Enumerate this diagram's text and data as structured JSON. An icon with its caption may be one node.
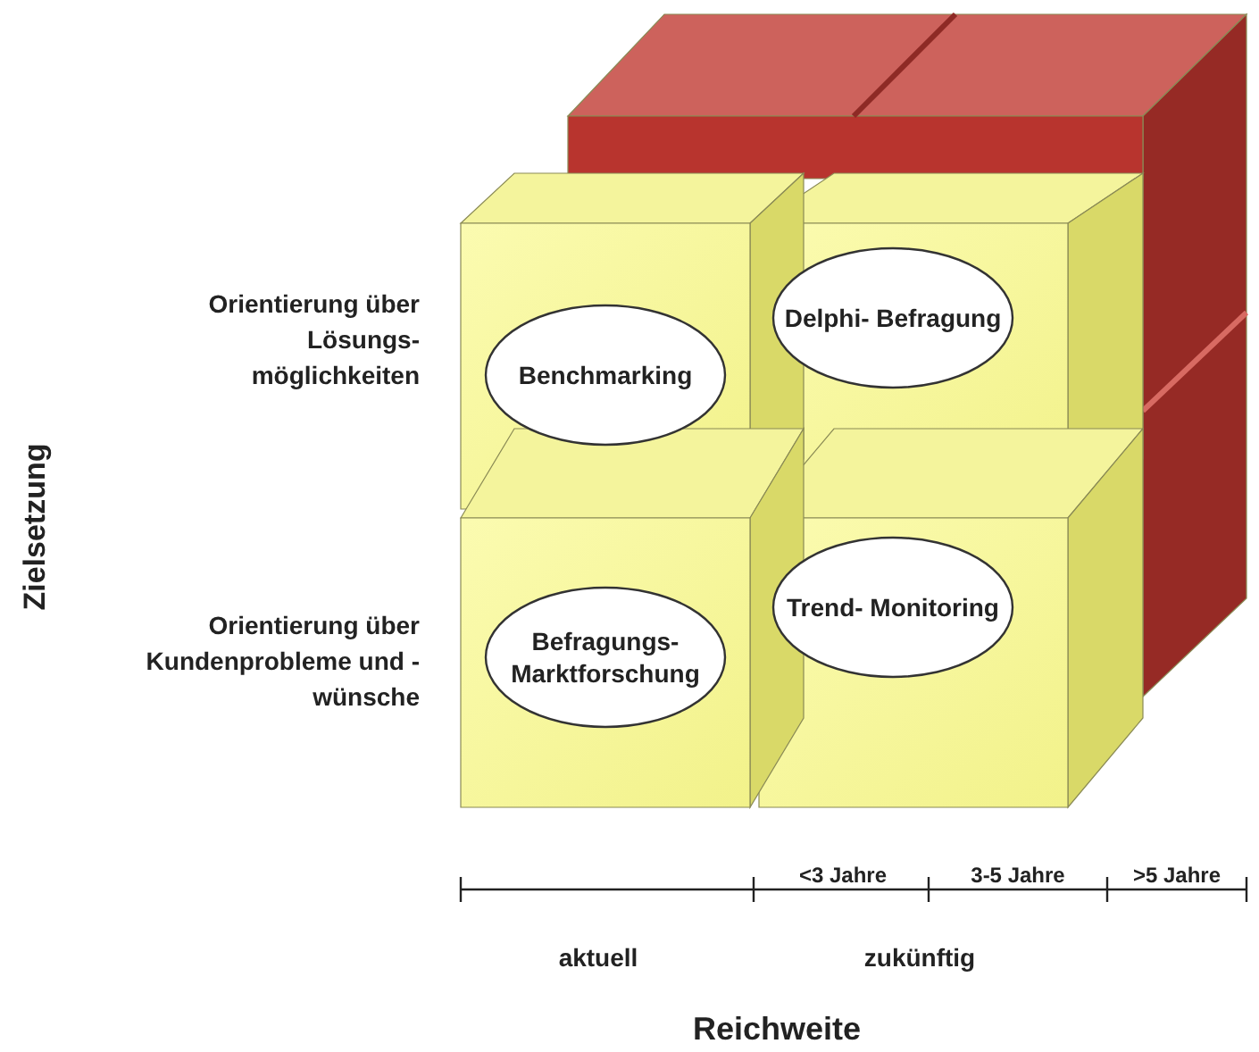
{
  "diagram": {
    "nodes": [
      {
        "text": [
          "Benchmarking"
        ]
      },
      {
        "text": [
          "Delphi- Befragung"
        ]
      },
      {
        "text": [
          "Befragungs- Marktforschung"
        ]
      },
      {
        "text": [
          "Trend- Monitoring"
        ]
      }
    ],
    "labels": [
      "Orientierung über Lösungs- möglichkeiten",
      "Orientierung über Kundenprobleme und -wünsche",
      "Zielsetzung",
      "<3 Jahre",
      "3-5 Jahre",
      ">5 Jahre",
      "aktuell",
      "zukünftig",
      "Reichweite"
    ]
  }
}
